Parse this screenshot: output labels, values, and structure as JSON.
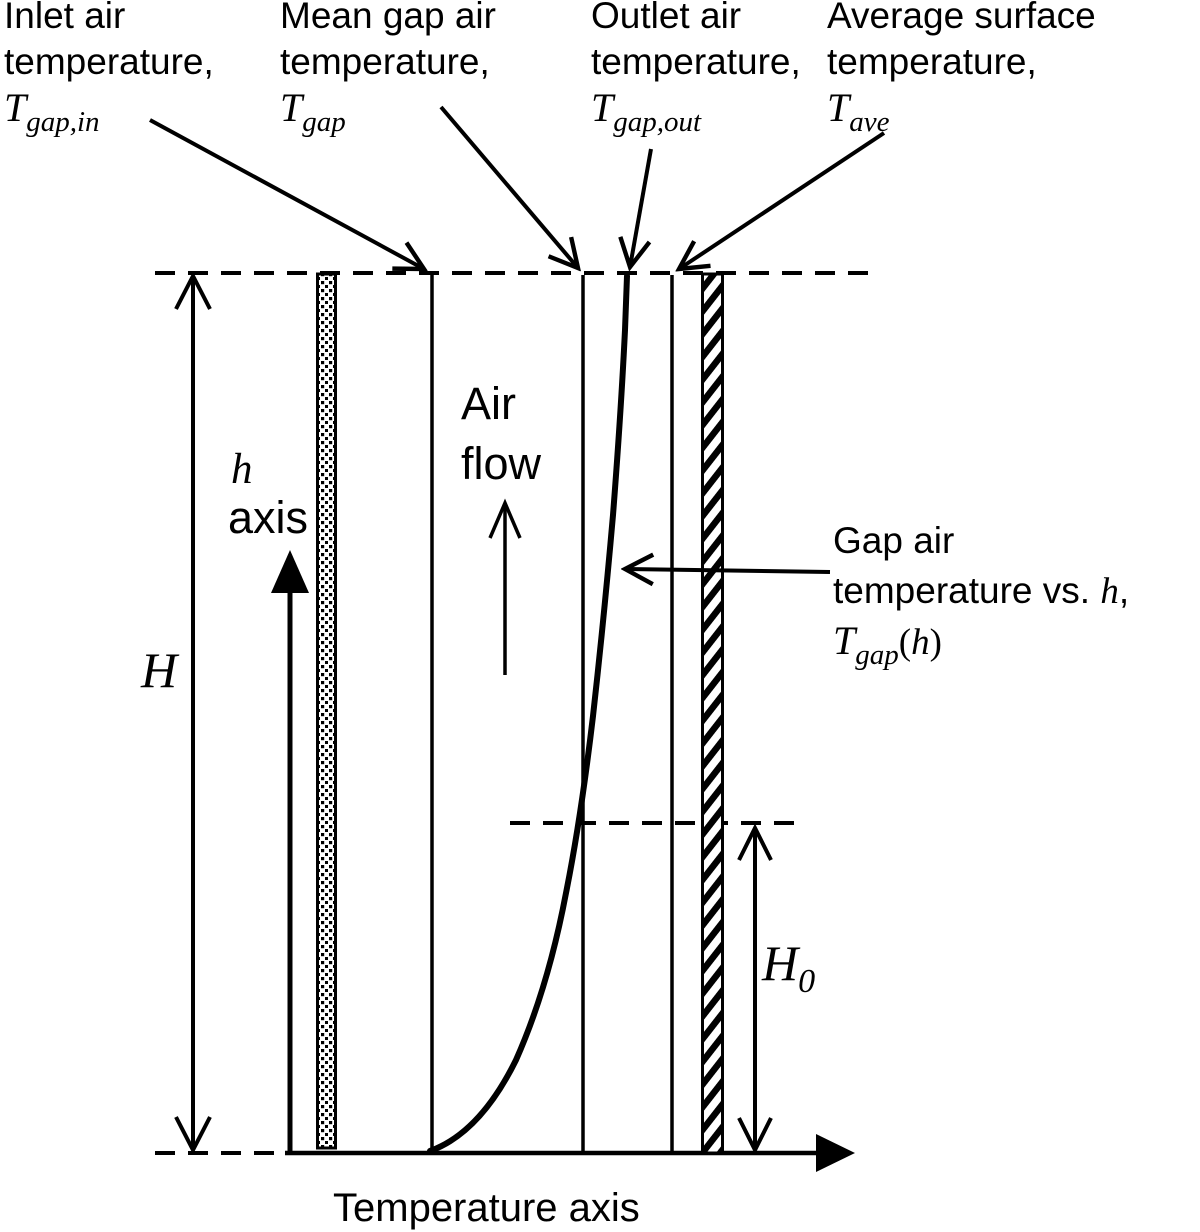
{
  "colors": {
    "ink": "#000000",
    "background": "#ffffff"
  },
  "top_labels": {
    "inlet": {
      "line1": "Inlet air",
      "line2": "temperature,",
      "sym": "T",
      "sub": "gap,in"
    },
    "mean": {
      "line1": "Mean gap air",
      "line2": "temperature,",
      "sym": "T",
      "sub": "gap"
    },
    "outlet": {
      "line1": "Outlet air",
      "line2": "temperature,",
      "sym": "T",
      "sub": "gap,out"
    },
    "average": {
      "line1": "Average surface",
      "line2": "temperature,",
      "sym": "T",
      "sub": "ave"
    }
  },
  "annotations": {
    "air_flow": {
      "line1": "Air",
      "line2": "flow"
    },
    "h_axis": {
      "sym": "h",
      "word": "axis"
    },
    "gap_curve": {
      "line1": "Gap air",
      "line2_prefix": "temperature vs. ",
      "line2_var": "h",
      "line2_suffix": ",",
      "sym": "T",
      "sub": "gap",
      "arg_open": "(",
      "arg_var": "h",
      "arg_close": ")"
    },
    "total_height": {
      "sym": "H"
    },
    "onset_height": {
      "sym": "H",
      "sub": "0"
    },
    "temperature_axis": "Temperature axis"
  }
}
